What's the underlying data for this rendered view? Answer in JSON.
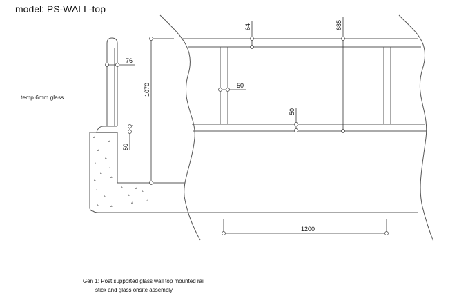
{
  "title": "model: PS-WALL-top",
  "glass_label": "temp 6mm glass",
  "dimensions": {
    "post_width": "76",
    "height_total": "1070",
    "top_rail": "64",
    "glass_height": "685",
    "baluster_width": "50",
    "bottom_rail": "50",
    "base_gap": "50",
    "post_spacing": "1200"
  },
  "notes": {
    "line1": "Gen 1: Post supported glass wall top mounted rail",
    "line2": "stick and glass onsite assembly"
  }
}
